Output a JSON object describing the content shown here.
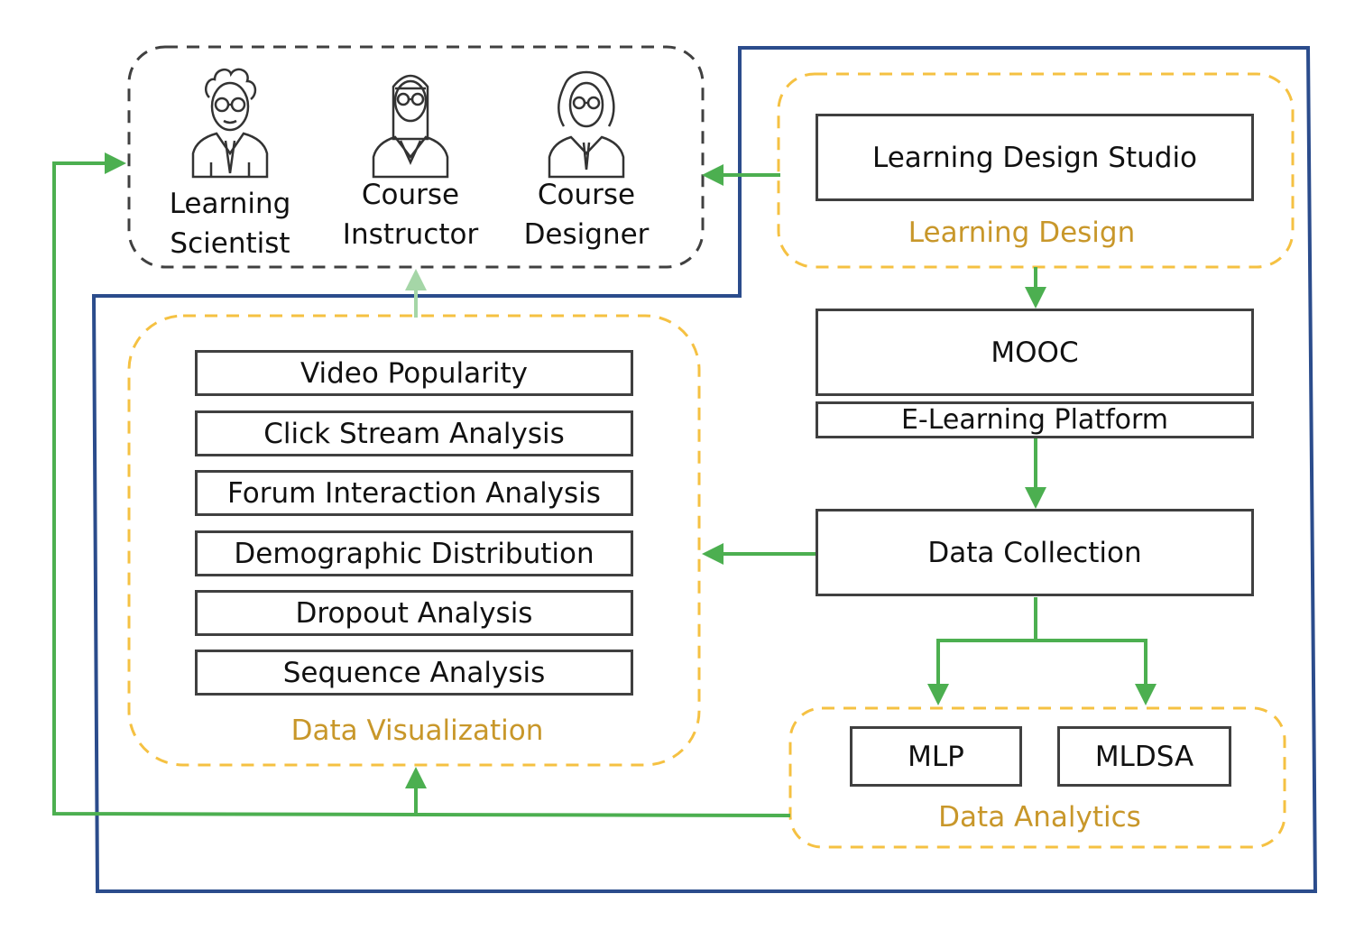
{
  "stakeholders": {
    "learning_scientist": {
      "line1": "Learning",
      "line2": "Scientist",
      "icon": "scientist-icon"
    },
    "course_instructor": {
      "line1": "Course",
      "line2": "Instructor",
      "icon": "instructor-icon"
    },
    "course_designer": {
      "line1": "Course",
      "line2": "Designer",
      "icon": "designer-icon"
    }
  },
  "learning_design": {
    "box": "Learning Design Studio",
    "label": "Learning Design"
  },
  "platform": {
    "mooc": "MOOC",
    "elearning": "E-Learning Platform"
  },
  "data_collection": "Data Collection",
  "data_visualization": {
    "items": [
      "Video Popularity",
      "Click Stream Analysis",
      "Forum Interaction Analysis",
      "Demographic Distribution",
      "Dropout Analysis",
      "Sequence Analysis"
    ],
    "label": "Data Visualization"
  },
  "data_analytics": {
    "mlp": "MLP",
    "mldsa": "MLDSA",
    "label": "Data Analytics"
  },
  "colors": {
    "arrow": "#4caf50",
    "arrow_light": "#a5d6a7",
    "group_dash": "#f5c142",
    "outer_border": "#2b4c8c",
    "label": "#c8972a"
  }
}
